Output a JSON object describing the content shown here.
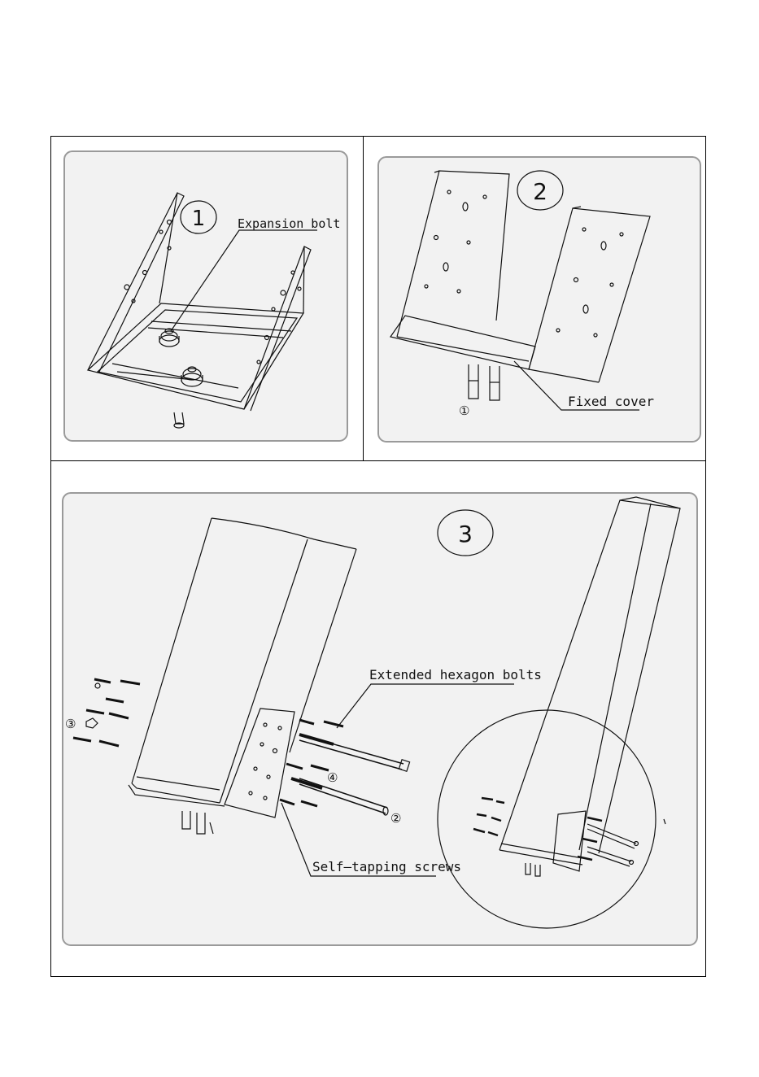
{
  "steps": [
    {
      "number": "1",
      "label": "Expansion bolt"
    },
    {
      "number": "2",
      "label": "Fixed cover",
      "marker": "①"
    },
    {
      "number": "3",
      "labels": {
        "bolts": "Extended hexagon bolts",
        "screws": "Self—tapping screws"
      },
      "markers": {
        "m3": "③",
        "m4": "④",
        "m2": "②"
      }
    }
  ],
  "colors": {
    "panel_fill": "#f2f2f2",
    "panel_border": "#9a9a9a",
    "line": "#111111"
  }
}
